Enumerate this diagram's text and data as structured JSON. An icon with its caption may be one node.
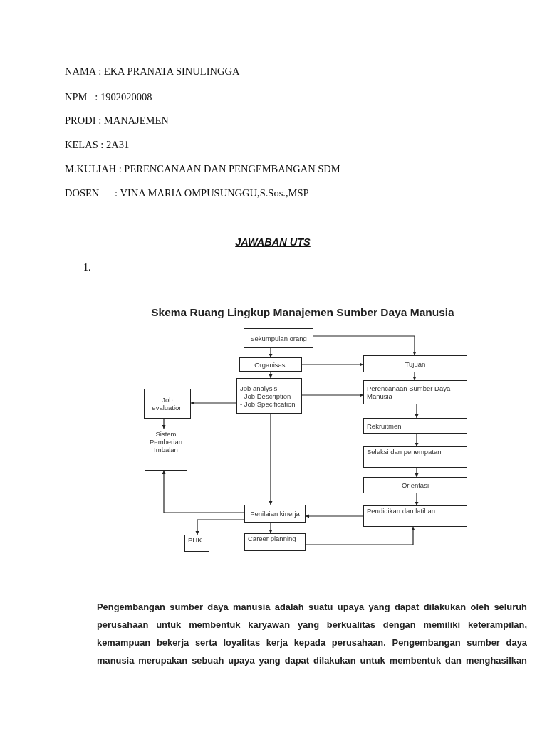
{
  "diagram": {
    "title": "Skema Ruang Lingkup Manajemen Sumber Daya Manusia",
    "nodes": [
      {
        "text": [
          "Sekumpulan orang"
        ]
      },
      {
        "text": [
          "Organisasi"
        ]
      },
      {
        "text": [
          "Job analysis",
          "- Job Description",
          "- Job Specification"
        ]
      },
      {
        "text": [
          "Job evaluation"
        ]
      },
      {
        "text": [
          "Tujuan"
        ]
      },
      {
        "text": [
          "Perencanaan Sumber Daya Manusia"
        ]
      },
      {
        "text": [
          "Sistem Pemberian Imbalan"
        ]
      },
      {
        "text": [
          "Rekruitmen"
        ]
      },
      {
        "text": [
          "Seleksi dan penempatan"
        ]
      },
      {
        "text": [
          "Orientasi"
        ]
      },
      {
        "text": [
          "Penilaian kinerja"
        ]
      },
      {
        "text": [
          "Pendidikan dan latihan"
        ]
      },
      {
        "text": [
          "PHK"
        ]
      },
      {
        "text": [
          "Career planning"
        ]
      }
    ],
    "edges": [
      {
        "from": 0,
        "to": 1,
        "arrow": "to"
      },
      {
        "from": 0,
        "to": 4,
        "arrow": "to"
      },
      {
        "from": 1,
        "to": 4,
        "arrow": "to"
      },
      {
        "from": 1,
        "to": 2,
        "arrow": "to"
      },
      {
        "from": 2,
        "to": 5,
        "arrow": "to"
      },
      {
        "from": 2,
        "to": 3,
        "arrow": "to"
      },
      {
        "from": 2,
        "to": 10,
        "arrow": "to"
      },
      {
        "from": 3,
        "to": 6,
        "arrow": "to"
      },
      {
        "from": 4,
        "to": 5,
        "arrow": "to"
      },
      {
        "from": 5,
        "to": 7,
        "arrow": "to"
      },
      {
        "from": 7,
        "to": 8,
        "arrow": "to"
      },
      {
        "from": 8,
        "to": 9,
        "arrow": "to"
      },
      {
        "from": 9,
        "to": 11,
        "arrow": "to"
      },
      {
        "from": 11,
        "to": 10,
        "arrow": "to"
      },
      {
        "from": 10,
        "to": 6,
        "arrow": "to"
      },
      {
        "from": 10,
        "to": 12,
        "arrow": "to"
      },
      {
        "from": 10,
        "to": 13,
        "arrow": "to"
      },
      {
        "from": 13,
        "to": 11,
        "arrow": "to"
      }
    ],
    "labels": [
      "NAMA : EKA PRANATA SINULINGGA",
      "NPM   : 1902020008",
      "PRODI : MANAJEMEN",
      "KELAS : 2A31",
      "M.KULIAH : PERENCANAAN DAN PENGEMBANGAN SDM",
      "DOSEN      : VINA MARIA OMPUSUNGGU,S.Sos.,MSP",
      "JAWABAN UTS",
      "1.",
      "Pengembangan sumber daya manusia adalah suatu upaya yang dapat dilakukan oleh seluruh perusahaan untuk membentuk karyawan yang berkualitas dengan memiliki keterampilan, kemampuan bekerja serta loyalitas kerja kepada perusahaan. Pengembangan sumber daya manusia merupakan sebuah upaya yang dapat dilakukan untuk membentuk dan menghasilkan"
    ]
  }
}
